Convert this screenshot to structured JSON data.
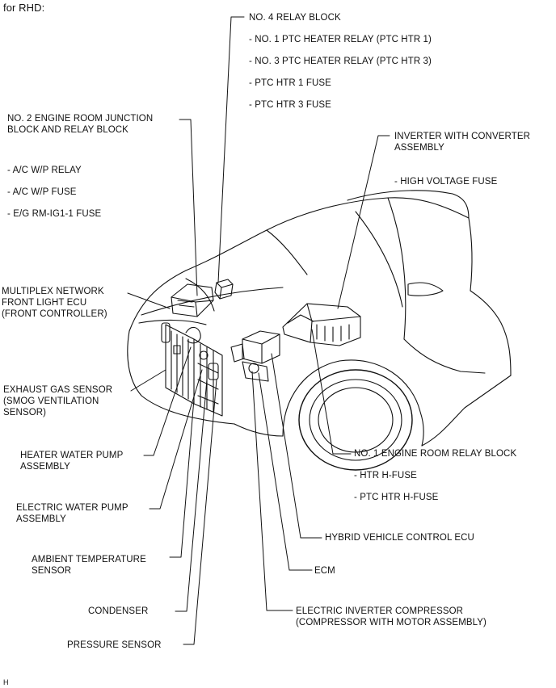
{
  "header": {
    "variant": "for RHD:"
  },
  "footer": {
    "code": "H"
  },
  "callouts": {
    "relay_block_4": "NO. 4 RELAY BLOCK",
    "relay_block_4_items": [
      "- NO. 1 PTC HEATER RELAY (PTC HTR 1)",
      "- NO. 3 PTC HEATER RELAY (PTC HTR 3)",
      "- PTC HTR 1 FUSE",
      "- PTC HTR 3 FUSE"
    ],
    "junction_block_2": "NO. 2 ENGINE ROOM JUNCTION\nBLOCK AND RELAY BLOCK",
    "junction_block_2_items": [
      "- A/C W/P RELAY",
      "- A/C W/P FUSE",
      "- E/G RM-IG1-1 FUSE"
    ],
    "inverter": "INVERTER WITH CONVERTER\nASSEMBLY",
    "inverter_items": [
      "- HIGH VOLTAGE FUSE"
    ],
    "multiplex_ecu": "MULTIPLEX NETWORK\nFRONT LIGHT ECU\n(FRONT CONTROLLER)",
    "exhaust_sensor": "EXHAUST GAS SENSOR\n(SMOG VENTILATION\nSENSOR)",
    "heater_pump": "HEATER WATER PUMP\nASSEMBLY",
    "electric_pump": "ELECTRIC WATER PUMP\nASSEMBLY",
    "ambient_sensor": "AMBIENT TEMPERATURE\nSENSOR",
    "condenser": "CONDENSER",
    "pressure_sensor": "PRESSURE SENSOR",
    "relay_block_1": "NO. 1 ENGINE ROOM RELAY BLOCK",
    "relay_block_1_items": [
      "- HTR H-FUSE",
      "- PTC HTR H-FUSE"
    ],
    "hv_ecu": "HYBRID VEHICLE CONTROL ECU",
    "ecm": "ECM",
    "compressor": "ELECTRIC INVERTER COMPRESSOR\n(COMPRESSOR WITH MOTOR ASSEMBLY)"
  }
}
